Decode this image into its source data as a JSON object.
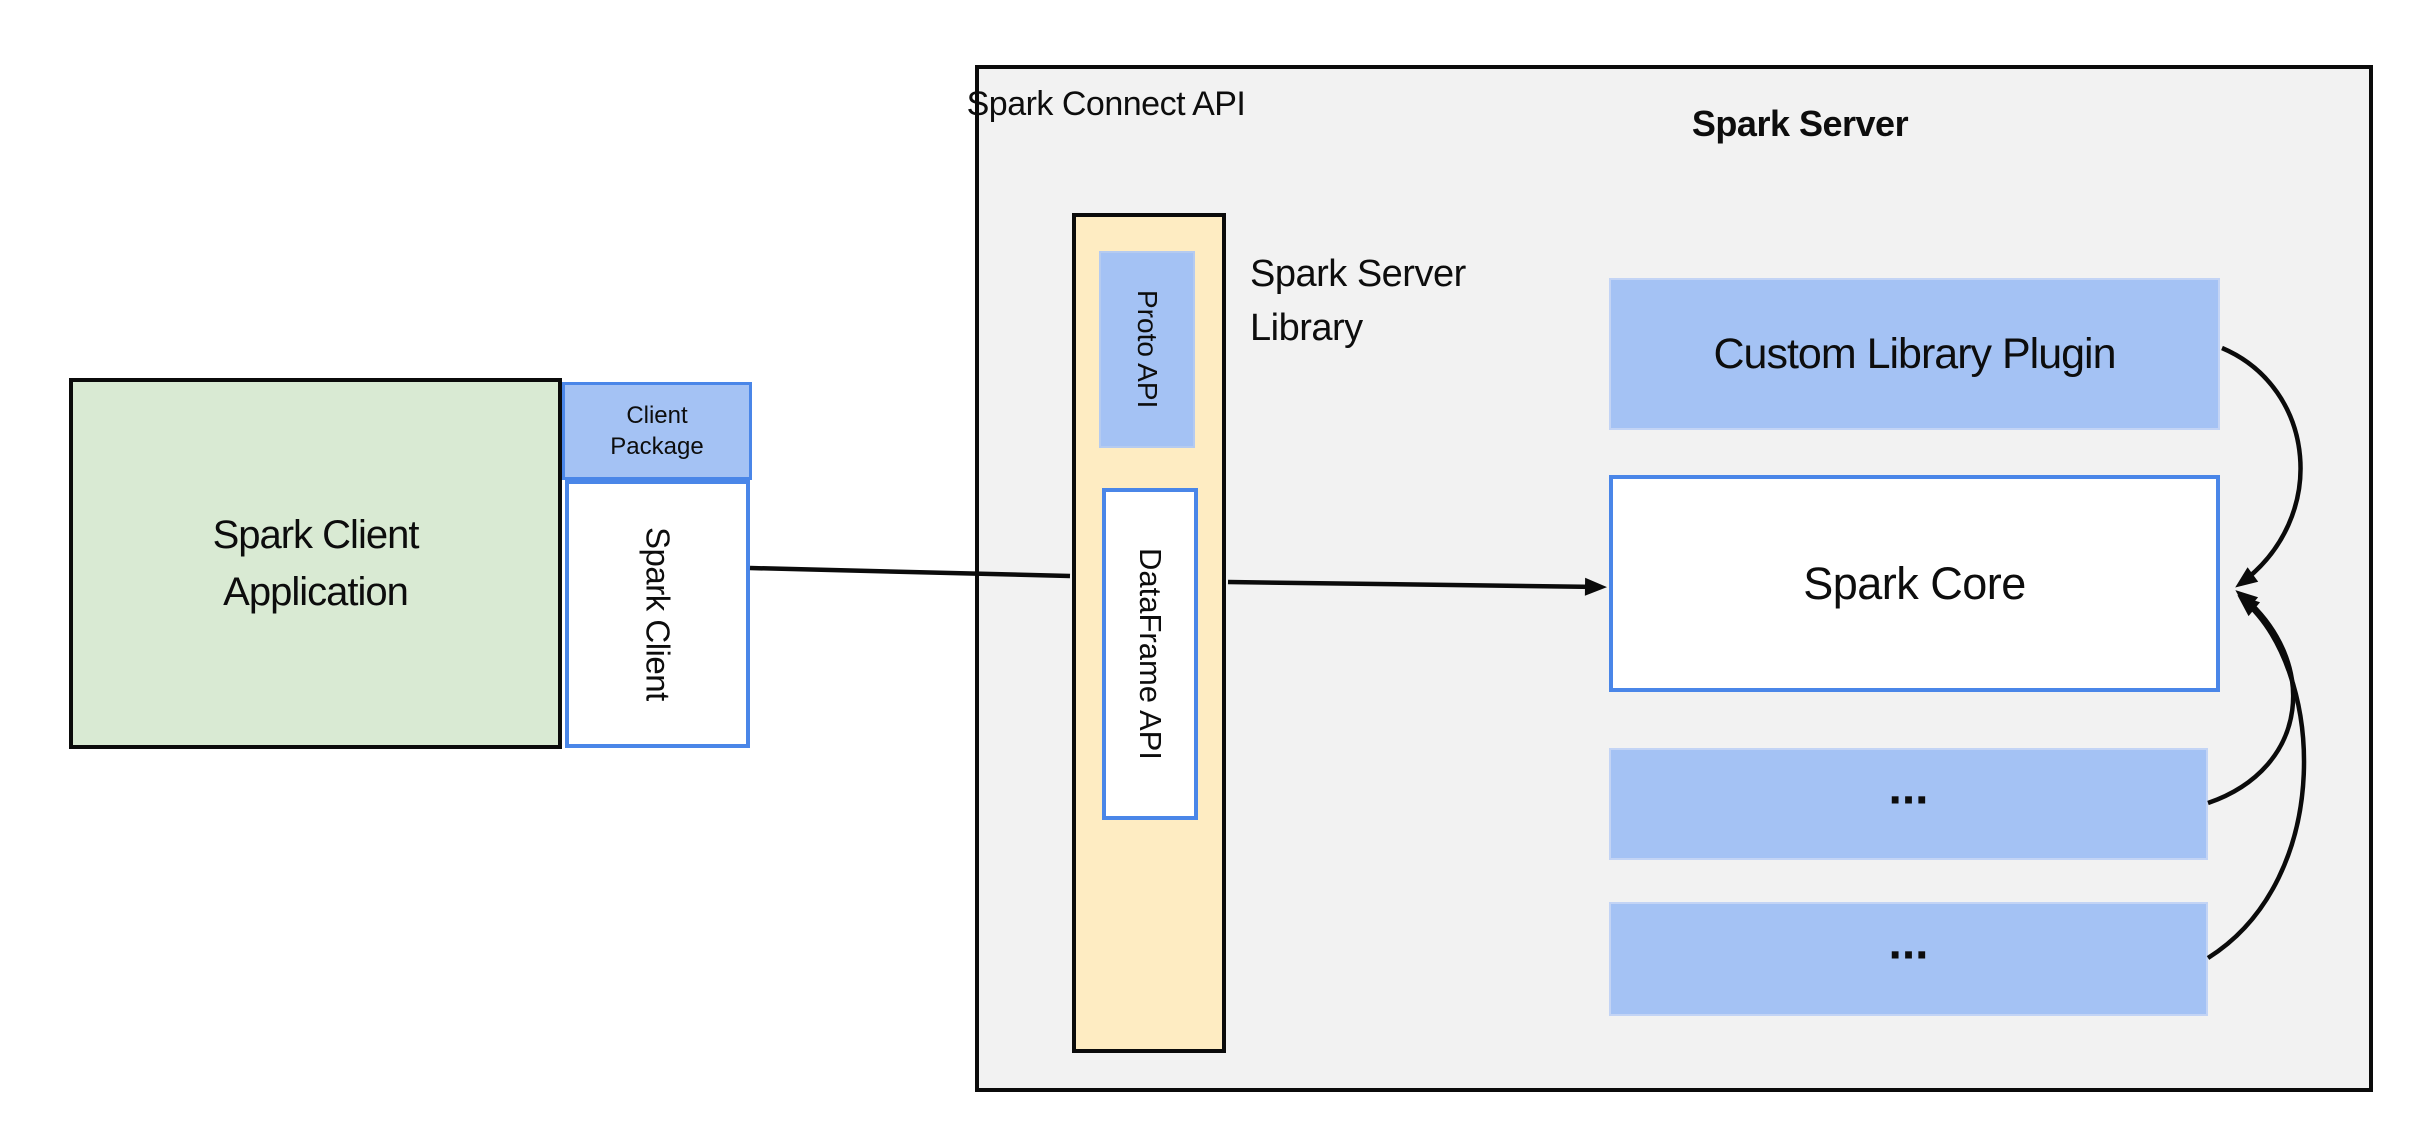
{
  "diagram": {
    "client": {
      "app_label": "Spark Client Application",
      "package_label": "Client Package",
      "spark_client_label": "Spark Client"
    },
    "connect": {
      "api_label": "Spark Connect API",
      "proto_label": "Proto API",
      "dataframe_label": "DataFrame API",
      "server_library_label": "Spark Server Library"
    },
    "server": {
      "title": "Spark Server",
      "plugin_label": "Custom Library Plugin",
      "core_label": "Spark Core",
      "ellipsis_row_1": "...",
      "ellipsis_row_2": "..."
    },
    "colors": {
      "green_fill": "#d9ead3",
      "blue_fill": "#a4c2f4",
      "yellow_fill": "#feecc2",
      "gray_fill": "#f2f2f2",
      "blue_border": "#4a86e8",
      "outline_black": "#0b0b0b"
    }
  }
}
